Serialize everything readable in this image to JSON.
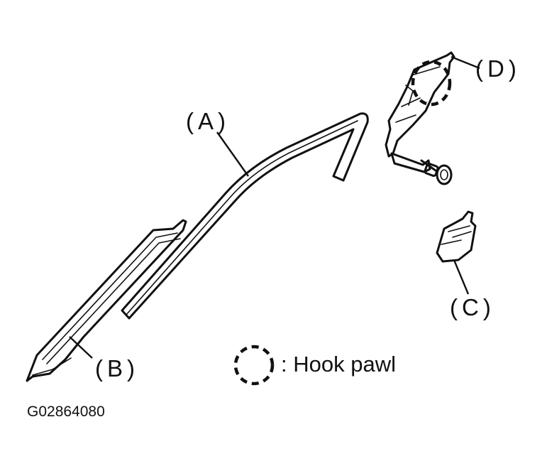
{
  "labels": {
    "a": "(A)",
    "b": "(B)",
    "c": "(C)",
    "d": "(D)"
  },
  "legend": {
    "text": ": Hook pawl"
  },
  "figure_code": "G02864080"
}
